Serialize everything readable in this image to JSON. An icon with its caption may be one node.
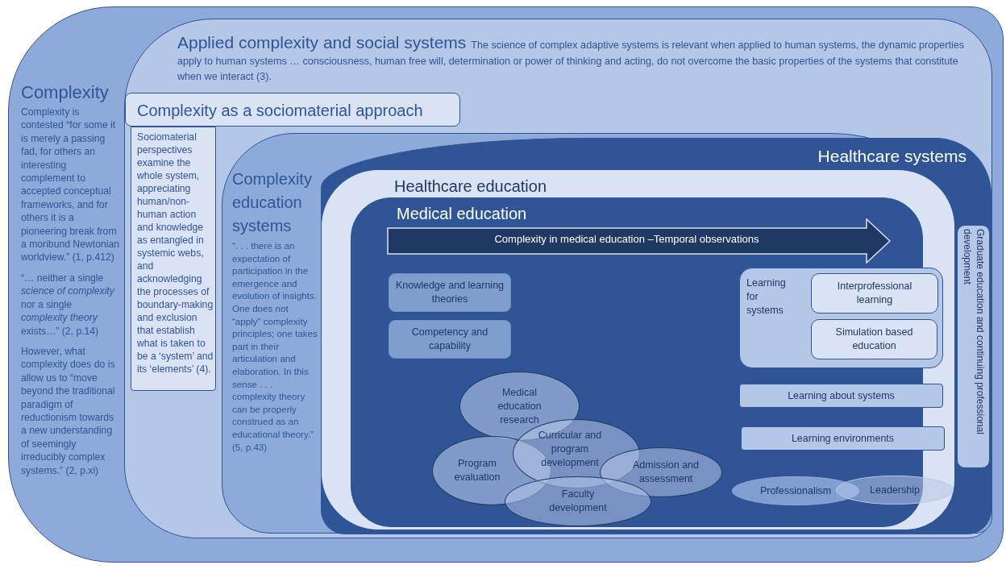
{
  "diagram": {
    "nodes": [
      {
        "text": [
          "Complexity",
          "Complexity is contested “for some it is merely a passing fad, for others an interesting complement to accepted conceptual frameworks, and for others it is a pioneering break from a moribund Newtonian worldview.” (1, p.412)",
          "“… neither a single *science of complexity* nor a single *complexity theory* exists…” (2, p.14)",
          "However, what complexity does do is allow us to “move beyond the traditional paradigm of reductionism towards a new understanding of seemingly irreducibly complex systems.” (2, p.xi)"
        ]
      },
      {
        "text": [
          "Applied complexity and social systems",
          "The science of complex adaptive systems is relevant when applied to human systems, the dynamic properties apply to human systems … consciousness, human free will, determination or power of thinking and acting, do not overcome the basic properties of the systems that constitute when we interact (3)."
        ],
        "in": 0
      },
      {
        "text": [
          "Complexity as a sociomaterial approach"
        ],
        "in": 1
      },
      {
        "text": [
          "Sociomaterial perspectives examine the whole system, appreciating human/non-human action and knowledge as entangled in systemic webs, and acknowledging the processes of boundary-making and exclusion that establish what is taken to be a ‘system’ and its ‘elements’ (4)."
        ],
        "in": 1
      },
      {
        "text": [
          "Complexity education systems",
          "“. . .  there is an expectation of participation in the emergence and evolution of insights. One does not “apply” complexity principles; one takes part in their articulation and elaboration. In this sense . . . complexity theory can be properly construed as an educational theory.” (5, p.43)"
        ],
        "in": 1
      },
      {
        "text": [
          "Healthcare systems"
        ],
        "in": 4
      },
      {
        "text": [
          "Healthcare education"
        ],
        "in": 5
      },
      {
        "text": [
          "Medical education"
        ],
        "in": 6
      },
      {
        "text": [
          "Complexity in medical education –Temporal observations"
        ],
        "in": 7
      },
      {
        "text": [
          "Knowledge and learning theories"
        ],
        "in": 7
      },
      {
        "text": [
          "Competency and capability"
        ],
        "in": 7
      },
      {
        "text": [
          "Medical education research"
        ],
        "in": 7
      },
      {
        "text": [
          "Program evaluation"
        ],
        "in": 7
      },
      {
        "text": [
          "Curricular and program development"
        ],
        "in": 7
      },
      {
        "text": [
          "Admission and assessment"
        ],
        "in": 7
      },
      {
        "text": [
          "Faculty development"
        ],
        "in": 7
      },
      {
        "text": [
          "Graduate education and continuing professional development"
        ],
        "in": 5
      },
      {
        "text": [
          "Learning for systems"
        ],
        "in": 6
      },
      {
        "text": [
          "Interprofessional learning"
        ],
        "in": 17
      },
      {
        "text": [
          "Simulation based education"
        ],
        "in": 17
      },
      {
        "text": [
          "Learning about systems"
        ],
        "in": 6
      },
      {
        "text": [
          "Learning environments"
        ],
        "in": 6
      },
      {
        "text": [
          "Professionalism"
        ],
        "in": 7
      },
      {
        "text": [
          "Leadership"
        ],
        "in": 6
      }
    ]
  }
}
